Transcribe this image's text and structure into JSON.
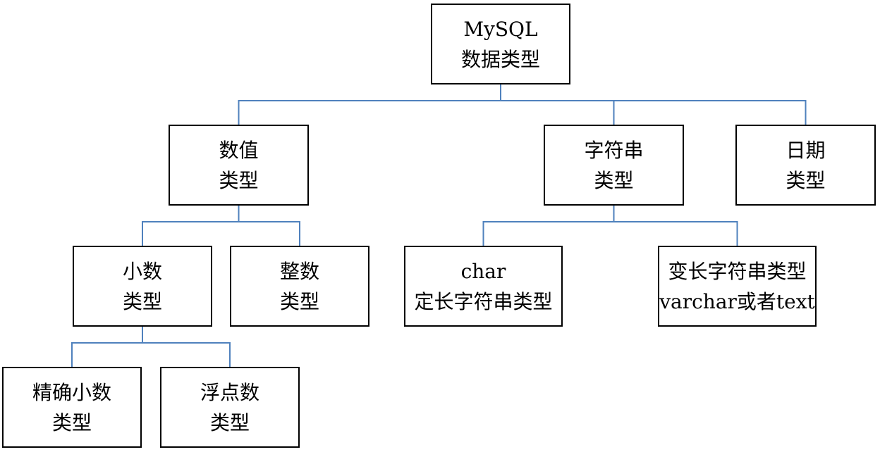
{
  "colors": {
    "connector": "#4f81bd",
    "border": "#000000",
    "text": "#000000"
  },
  "nodes": {
    "root": {
      "line1": "MySQL",
      "line2": "数据类型"
    },
    "numeric": {
      "line1": "数值",
      "line2": "类型"
    },
    "string": {
      "line1": "字符串",
      "line2": "类型"
    },
    "date": {
      "line1": "日期",
      "line2": "类型"
    },
    "decimal": {
      "line1": "小数",
      "line2": "类型"
    },
    "integer": {
      "line1": "整数",
      "line2": "类型"
    },
    "char": {
      "line1": "char",
      "line2": "定长字符串类型"
    },
    "varchar": {
      "line1": "变长字符串类型",
      "line2": "varchar或者text"
    },
    "exact": {
      "line1": "精确小数",
      "line2": "类型"
    },
    "float": {
      "line1": "浮点数",
      "line2": "类型"
    }
  },
  "edges": [
    [
      "root",
      "numeric"
    ],
    [
      "root",
      "string"
    ],
    [
      "root",
      "date"
    ],
    [
      "numeric",
      "decimal"
    ],
    [
      "numeric",
      "integer"
    ],
    [
      "string",
      "char"
    ],
    [
      "string",
      "varchar"
    ],
    [
      "decimal",
      "exact"
    ],
    [
      "decimal",
      "float"
    ]
  ]
}
